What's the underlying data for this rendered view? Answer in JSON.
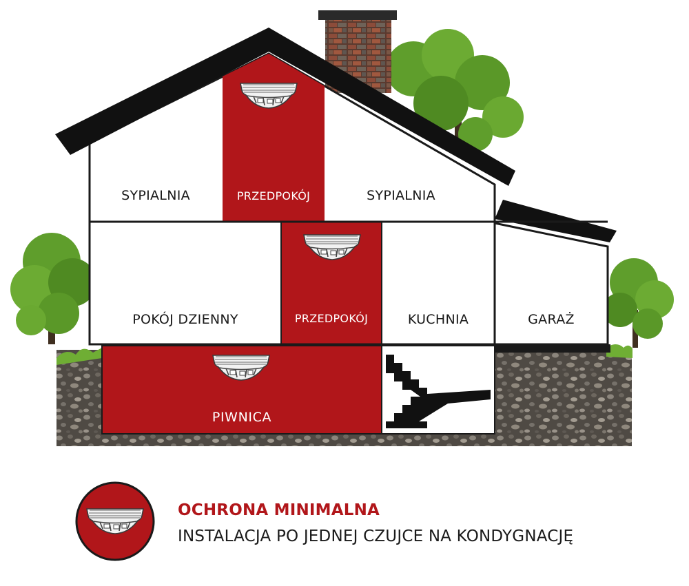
{
  "colors": {
    "accent_red": "#b1161a",
    "outline": "#1a1a1a",
    "roof": "#111111",
    "tree_green": "#5f9e2c",
    "soil": "#4f4a44",
    "chimney": "#8a4a3a"
  },
  "icons": {
    "detector": "smoke-detector-icon",
    "stairs": "stairs-icon",
    "tree": "tree-icon",
    "chimney": "chimney"
  },
  "rooms": {
    "bedroom_left": "SYPIALNIA",
    "hall_upper": "PRZEDPOKÓJ",
    "bedroom_right": "SYPIALNIA",
    "living_room": "POKÓJ DZIENNY",
    "hall_ground": "PRZEDPOKÓJ",
    "kitchen": "KUCHNIA",
    "garage": "GARAŻ",
    "basement": "PIWNICA"
  },
  "legend": {
    "title": "OCHRONA MINIMALNA",
    "description": "INSTALACJA PO JEDNEJ CZUJCE NA KONDYGNACJĘ"
  }
}
